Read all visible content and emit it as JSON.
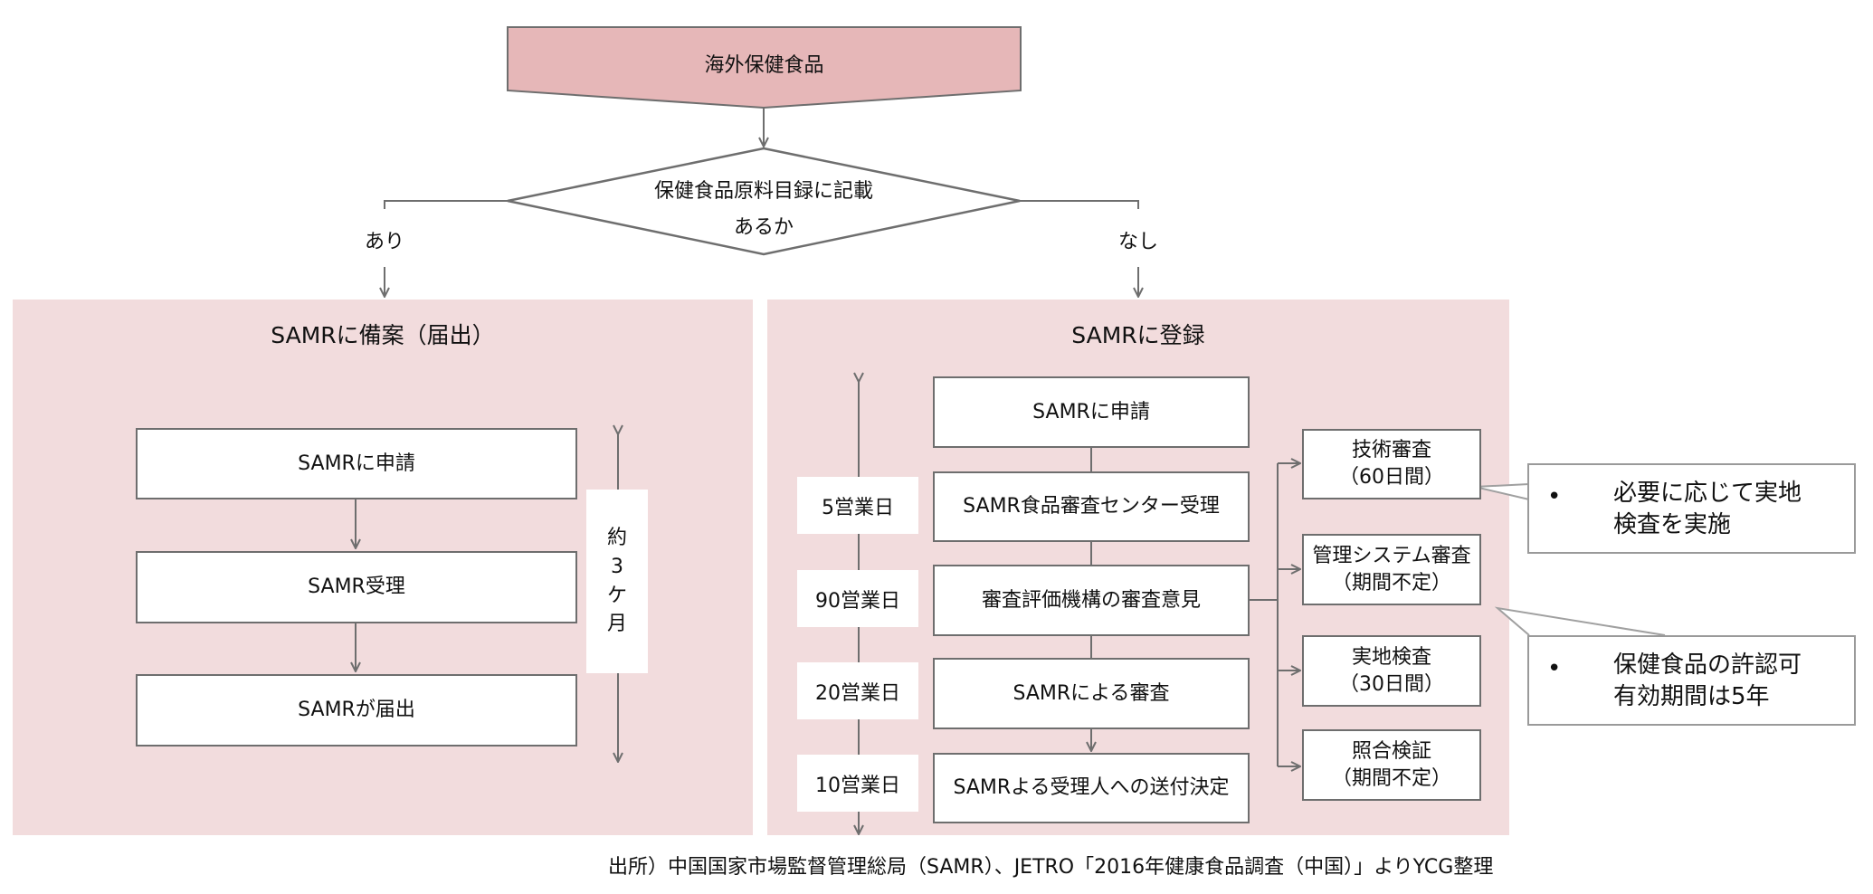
{
  "top": {
    "label": "海外保健食品"
  },
  "decision": {
    "line1": "保健食品原料目録に記載",
    "line2": "あるか"
  },
  "branch": {
    "yes": "あり",
    "no": "なし"
  },
  "left_panel": {
    "title": "SAMRに備案（届出）",
    "steps": [
      "SAMRに申請",
      "SAMR受理",
      "SAMRが届出"
    ],
    "duration_chars": [
      "約",
      "3",
      "ケ",
      "月"
    ]
  },
  "right_panel": {
    "title": "SAMRに登録",
    "steps": [
      "SAMRに申請",
      "SAMR食品審査センター受理",
      "審査評価機構の審査意見",
      "SAMRによる審査",
      "SAMRよる受理人への送付決定"
    ],
    "durations": [
      "5営業日",
      "90営業日",
      "20営業日",
      "10営業日"
    ],
    "reviews": [
      {
        "line1": "技術審査",
        "line2": "（60日間）"
      },
      {
        "line1": "管理システム審査",
        "line2": "（期間不定）"
      },
      {
        "line1": "実地検査",
        "line2": "（30日間）"
      },
      {
        "line1": "照合検証",
        "line2": "（期間不定）"
      }
    ]
  },
  "notes": [
    {
      "bullet": "•",
      "text": "必要に応じて実地\n検査を実施"
    },
    {
      "bullet": "•",
      "text": "保健食品の許認可\n有効期間は5年"
    }
  ],
  "source": "出所）中国国家市場監督管理総局（SAMR）、JETRO「2016年健康食品調査（中国）」よりYCG整理",
  "colors": {
    "panel": "#f2dcdd",
    "top_box": "#e6b7b8",
    "line": "#6e6e6e"
  }
}
